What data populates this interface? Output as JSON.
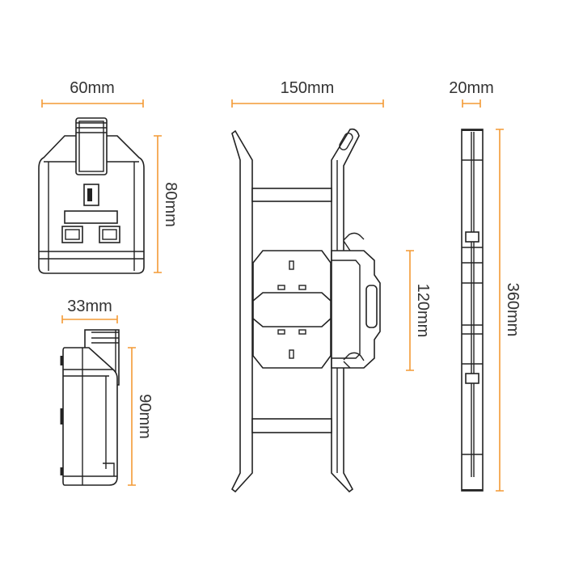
{
  "dimensions": {
    "front_width": "60mm",
    "front_height": "80mm",
    "side_depth": "33mm",
    "side_height": "90mm",
    "reel_width": "150mm",
    "reel_socket_height": "120mm",
    "reel_depth": "20mm",
    "reel_height": "360mm"
  },
  "colors": {
    "dimension_line": "#f39a35",
    "outline": "#222222",
    "text": "#333333"
  }
}
